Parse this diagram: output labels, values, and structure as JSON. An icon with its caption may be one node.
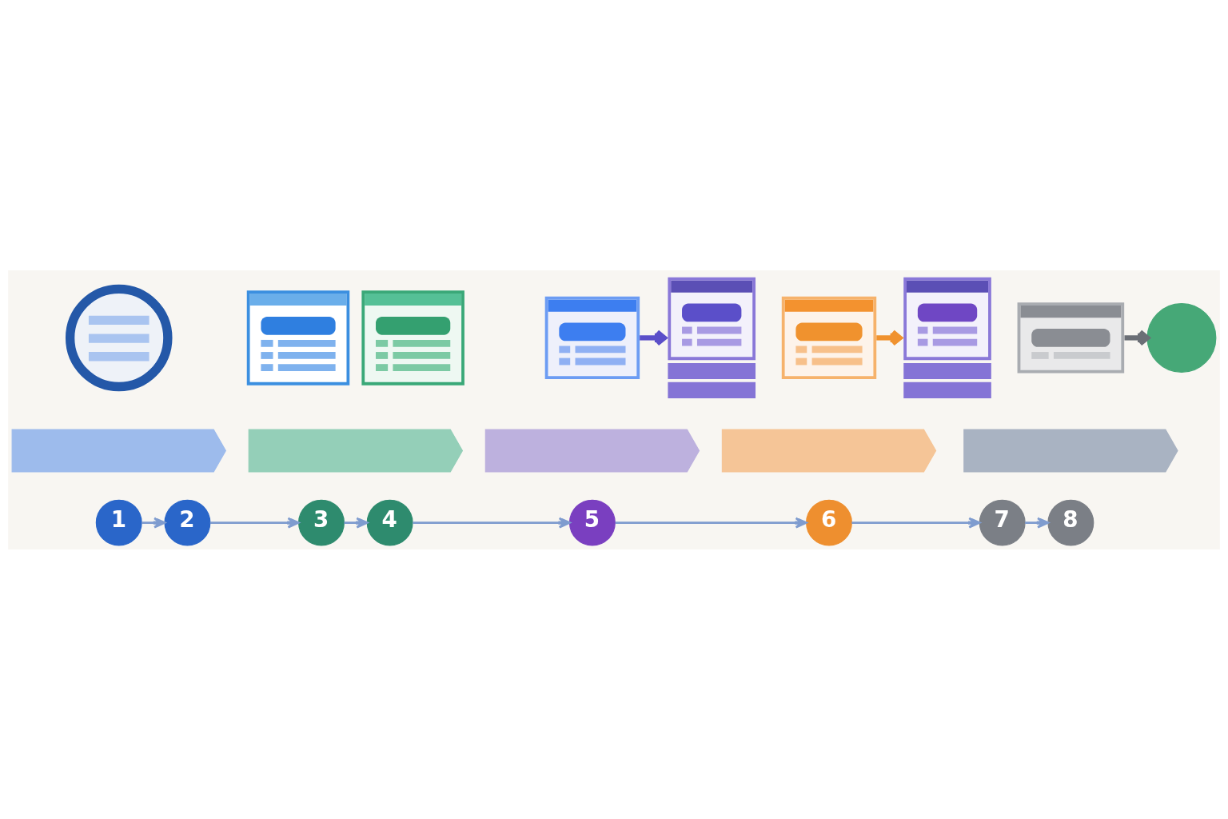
{
  "diagram": {
    "nodes": [
      {
        "text": [],
        "shape": "picture"
      },
      {
        "text": [],
        "shape": "picture"
      },
      {
        "text": [],
        "shape": "picture"
      },
      {
        "text": [],
        "shape": "picture"
      },
      {
        "text": [],
        "shape": "picture"
      },
      {
        "text": [],
        "shape": "picture"
      },
      {
        "text": [],
        "shape": "picture"
      },
      {
        "text": [],
        "shape": "circle"
      },
      {
        "text": [],
        "shape": "bar"
      },
      {
        "text": [],
        "shape": "bar"
      },
      {
        "text": [],
        "shape": "bar"
      },
      {
        "text": [],
        "shape": "bar"
      },
      {
        "text": [],
        "shape": "bar"
      },
      {
        "text": [
          "1"
        ]
      },
      {
        "text": [
          "2"
        ]
      },
      {
        "text": [
          "3"
        ]
      },
      {
        "text": [
          "4"
        ]
      },
      {
        "text": [
          "5"
        ]
      },
      {
        "text": [
          "6"
        ]
      },
      {
        "text": [
          "7"
        ]
      },
      {
        "text": [
          "8"
        ]
      }
    ],
    "edges": [
      {
        "from": 2,
        "to": 3,
        "arrow": "to",
        "style": "thick",
        "color": "#5b4fc9"
      },
      {
        "from": 4,
        "to": 5,
        "arrow": "to",
        "style": "thick",
        "color": "#f0922e"
      },
      {
        "from": 6,
        "to": 7,
        "arrow": "to",
        "style": "thick",
        "color": "#6b6f76"
      },
      {
        "from": 13,
        "to": 14,
        "arrow": "to"
      },
      {
        "from": 14,
        "to": 15,
        "arrow": "to"
      },
      {
        "from": 15,
        "to": 16,
        "arrow": "to"
      },
      {
        "from": 16,
        "to": 17,
        "arrow": "to"
      },
      {
        "from": 17,
        "to": 18,
        "arrow": "to"
      },
      {
        "from": 18,
        "to": 19,
        "arrow": "to"
      },
      {
        "from": 19,
        "to": 20,
        "arrow": "to"
      }
    ]
  }
}
